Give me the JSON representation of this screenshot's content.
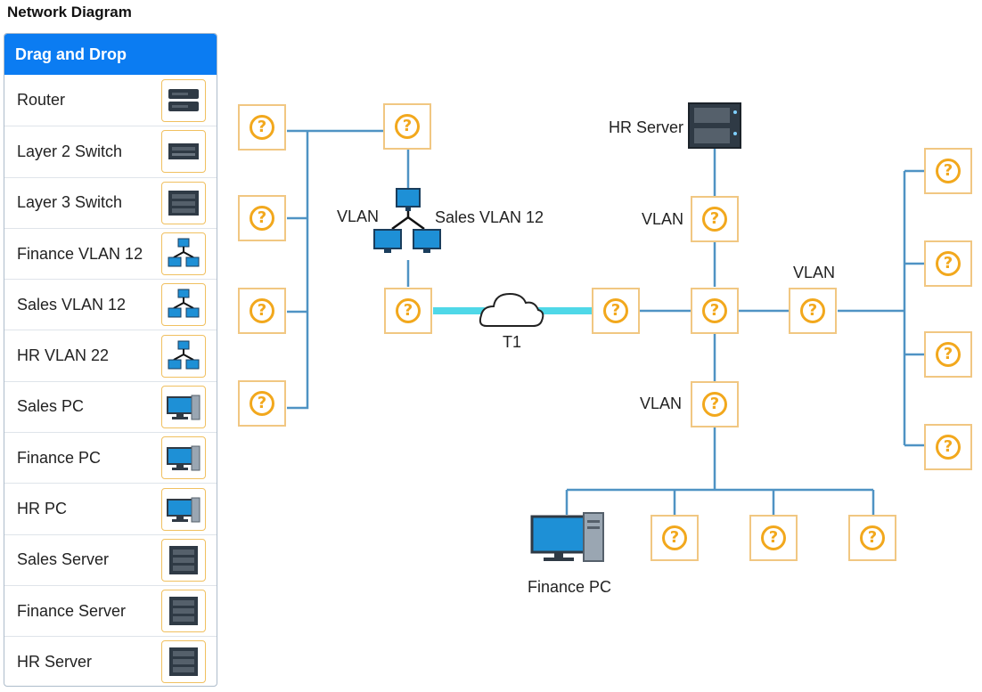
{
  "title": "Network Diagram",
  "palette": {
    "header": "Drag and Drop",
    "items": [
      {
        "label": "Router",
        "icon": "router-icon"
      },
      {
        "label": "Layer 2 Switch",
        "icon": "layer2-switch-icon"
      },
      {
        "label": "Layer 3 Switch",
        "icon": "layer3-switch-icon"
      },
      {
        "label": "Finance VLAN 12",
        "icon": "vlan-icon"
      },
      {
        "label": "Sales VLAN 12",
        "icon": "vlan-icon"
      },
      {
        "label": "HR VLAN 22",
        "icon": "vlan-icon"
      },
      {
        "label": "Sales PC",
        "icon": "pc-icon"
      },
      {
        "label": "Finance PC",
        "icon": "pc-icon"
      },
      {
        "label": "HR PC",
        "icon": "pc-icon"
      },
      {
        "label": "Sales Server",
        "icon": "server-icon"
      },
      {
        "label": "Finance Server",
        "icon": "server-icon"
      },
      {
        "label": "HR Server",
        "icon": "server-icon"
      }
    ]
  },
  "diagram": {
    "hr_server_label": "HR Server",
    "vlan_label_left": "VLAN",
    "sales_vlan_label": "Sales VLAN 12",
    "vlan_label_hr": "VLAN",
    "vlan_label_right": "VLAN",
    "vlan_label_finance": "VLAN",
    "wan_label": "T1",
    "finance_pc_label": "Finance PC",
    "placeholder_glyph": "?"
  },
  "colors": {
    "accent": "#0b7cf2",
    "link": "#4f93c4",
    "wan_link": "#4fd8e8",
    "placeholder": "#f2a81d"
  }
}
